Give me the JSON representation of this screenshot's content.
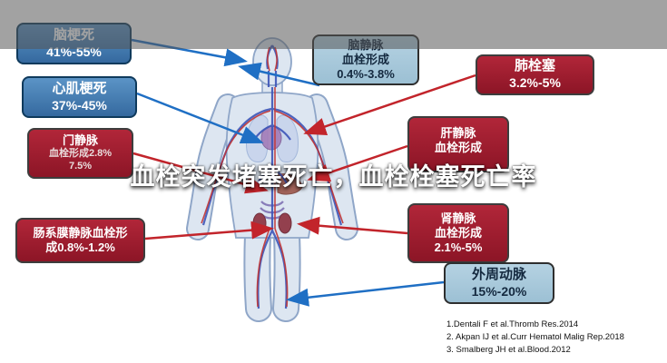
{
  "title": "血栓突发堵塞死亡，血栓栓塞死亡率",
  "boxes": {
    "cerebral_infarction": {
      "line1": "脑梗死",
      "line2": "41%-55%"
    },
    "myocardial_infarction": {
      "line1": "心肌梗死",
      "line2": "37%-45%"
    },
    "portal_vein": {
      "line1": "门静脉",
      "line2": "血栓形成2.8%",
      "line3": "7.5%"
    },
    "mesenteric_vein": {
      "line1": "肠系膜静脉血栓形",
      "line2": "成0.8%-1.2%"
    },
    "cerebral_venous": {
      "line1": "脑静脉",
      "line2": "血栓形成",
      "line3": "0.4%-3.8%"
    },
    "pulmonary_embolism": {
      "line1": "肺栓塞",
      "line2": "3.2%-5%"
    },
    "hepatic_vein": {
      "line1": "肝静脉",
      "line2": "血栓形成"
    },
    "renal_vein": {
      "line1": "肾静脉",
      "line2": "血栓形成",
      "line3": "2.1%-5%"
    },
    "peripheral_artery": {
      "line1": "外周动脉",
      "line2": "15%-20%"
    }
  },
  "references": {
    "ref1": "1.Dentali F et al.Thromb Res.2014",
    "ref2": "2. Akpan IJ et al.Curr Hematol Malig Rep.2018",
    "ref3": "3. Smalberg JH et al.Blood.2012"
  },
  "colors": {
    "blue_box": "#35699f",
    "lightblue_box": "#a9c9dc",
    "red_box": "#9e1d2c",
    "connector_blue": "#1f6fc4",
    "connector_red": "#c2242b",
    "overlay": "rgba(85,85,85,0.55)"
  }
}
